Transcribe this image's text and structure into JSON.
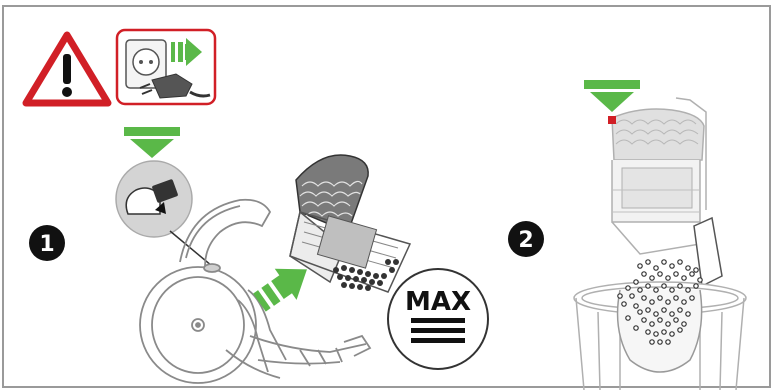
{
  "steps": [
    {
      "number": "1"
    },
    {
      "number": "2"
    }
  ],
  "max_indicator": {
    "label": "MAX"
  },
  "icons": [
    "warning-icon",
    "unplug-icon",
    "down-arrow-icon",
    "right-arrow-icon",
    "button-press-icon"
  ],
  "colors": {
    "frame": "#9a9a9a",
    "warning_red": "#d11f26",
    "arrow_green": "#5ab848",
    "line_art": "#8a8a8a",
    "panel_fill": "#e3e3e3",
    "badge_fill": "#111111"
  }
}
